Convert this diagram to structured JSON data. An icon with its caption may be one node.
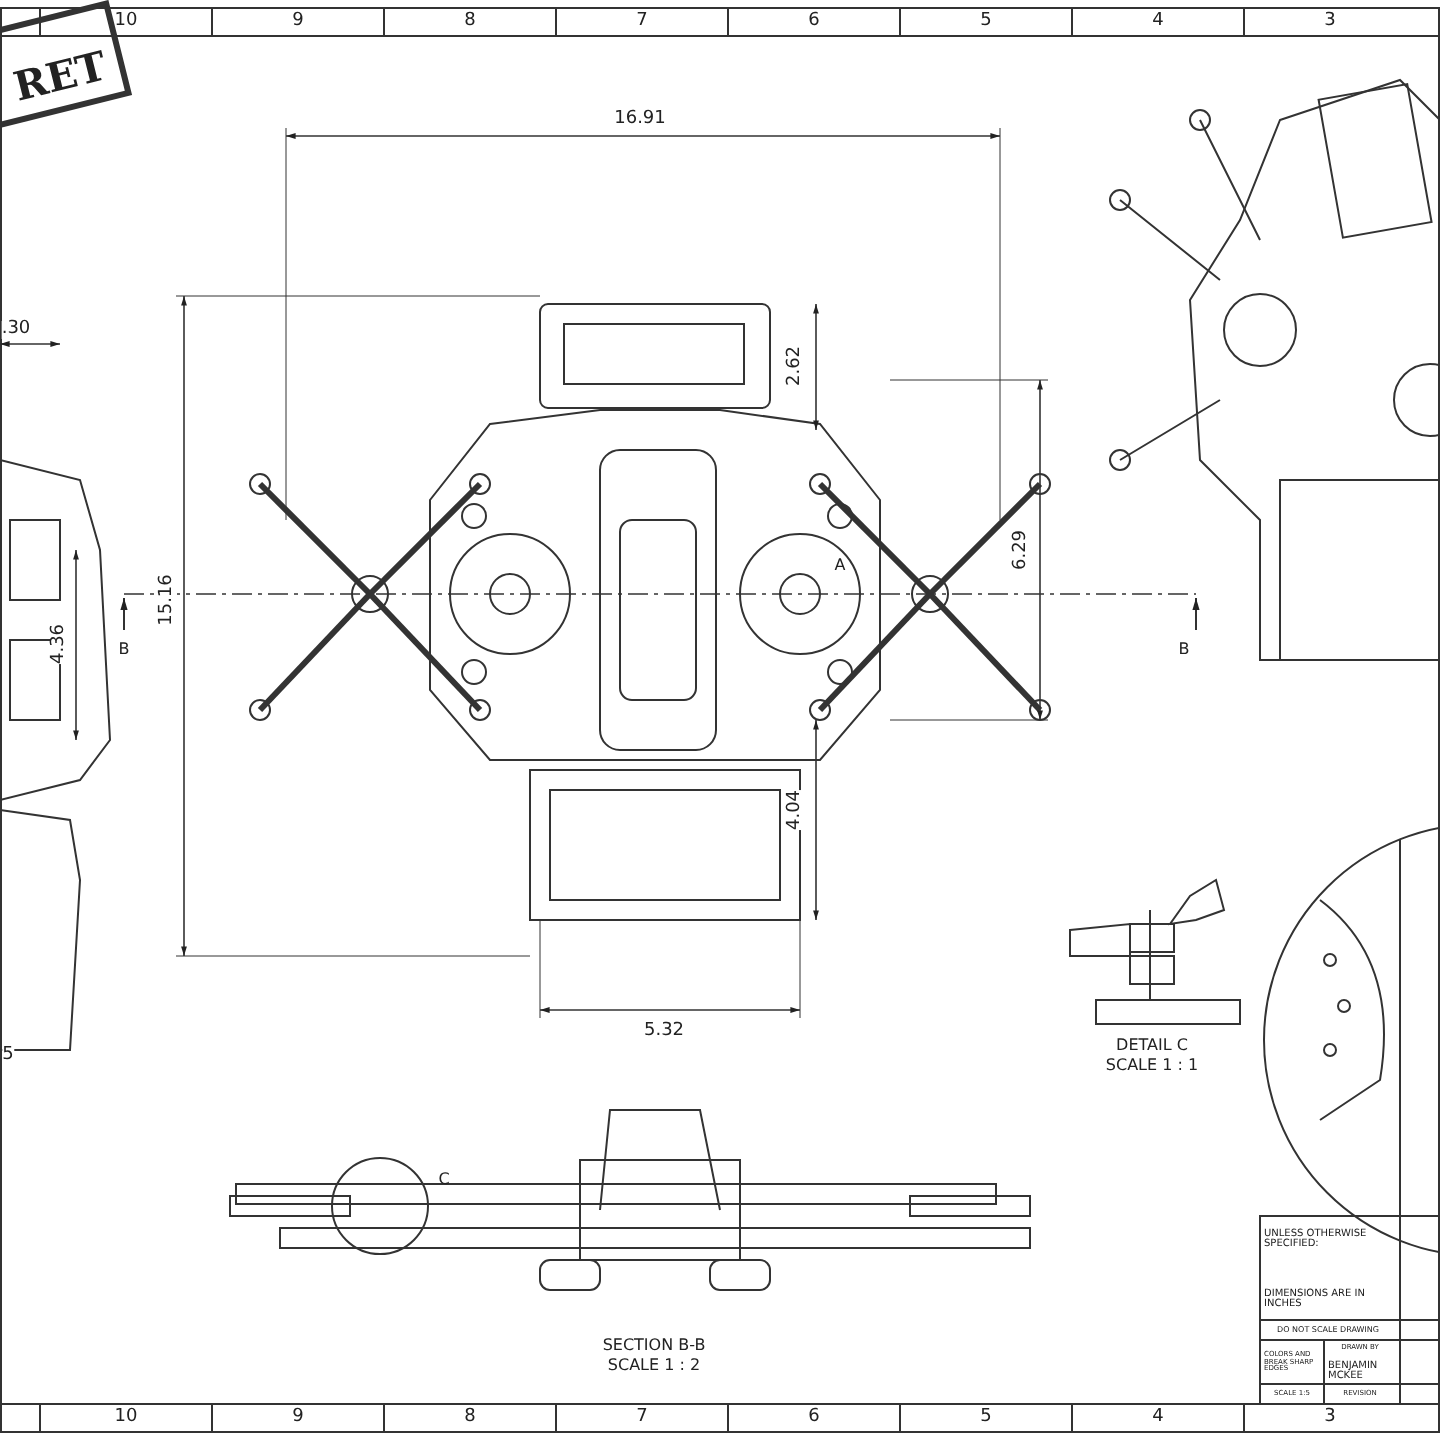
{
  "diagram": {
    "labels": [
      "RET",
      "10",
      "9",
      "8",
      "7",
      "6",
      "5",
      "4",
      "3",
      "16.91",
      ".30",
      "2.62",
      "4.36",
      "15.16",
      "6.29",
      "B",
      "A",
      "B",
      "4.04",
      "5.32",
      "5",
      "DETAIL C",
      "SCALE 1 : 1",
      "C",
      "SECTION B-B",
      "SCALE 1 : 2",
      "UNLESS OTHERWISE SPECIFIED:",
      "DIMENSIONS ARE IN INCHES",
      "DO NOT SCALE DRAWING",
      "COLORS AND BREAK SHARP EDGES",
      "DRAWN BY",
      "BENJAMIN MCKEE",
      "SCALE 1:5",
      "REVISION",
      "10",
      "9",
      "8",
      "7",
      "6",
      "5",
      "4",
      "3"
    ]
  }
}
